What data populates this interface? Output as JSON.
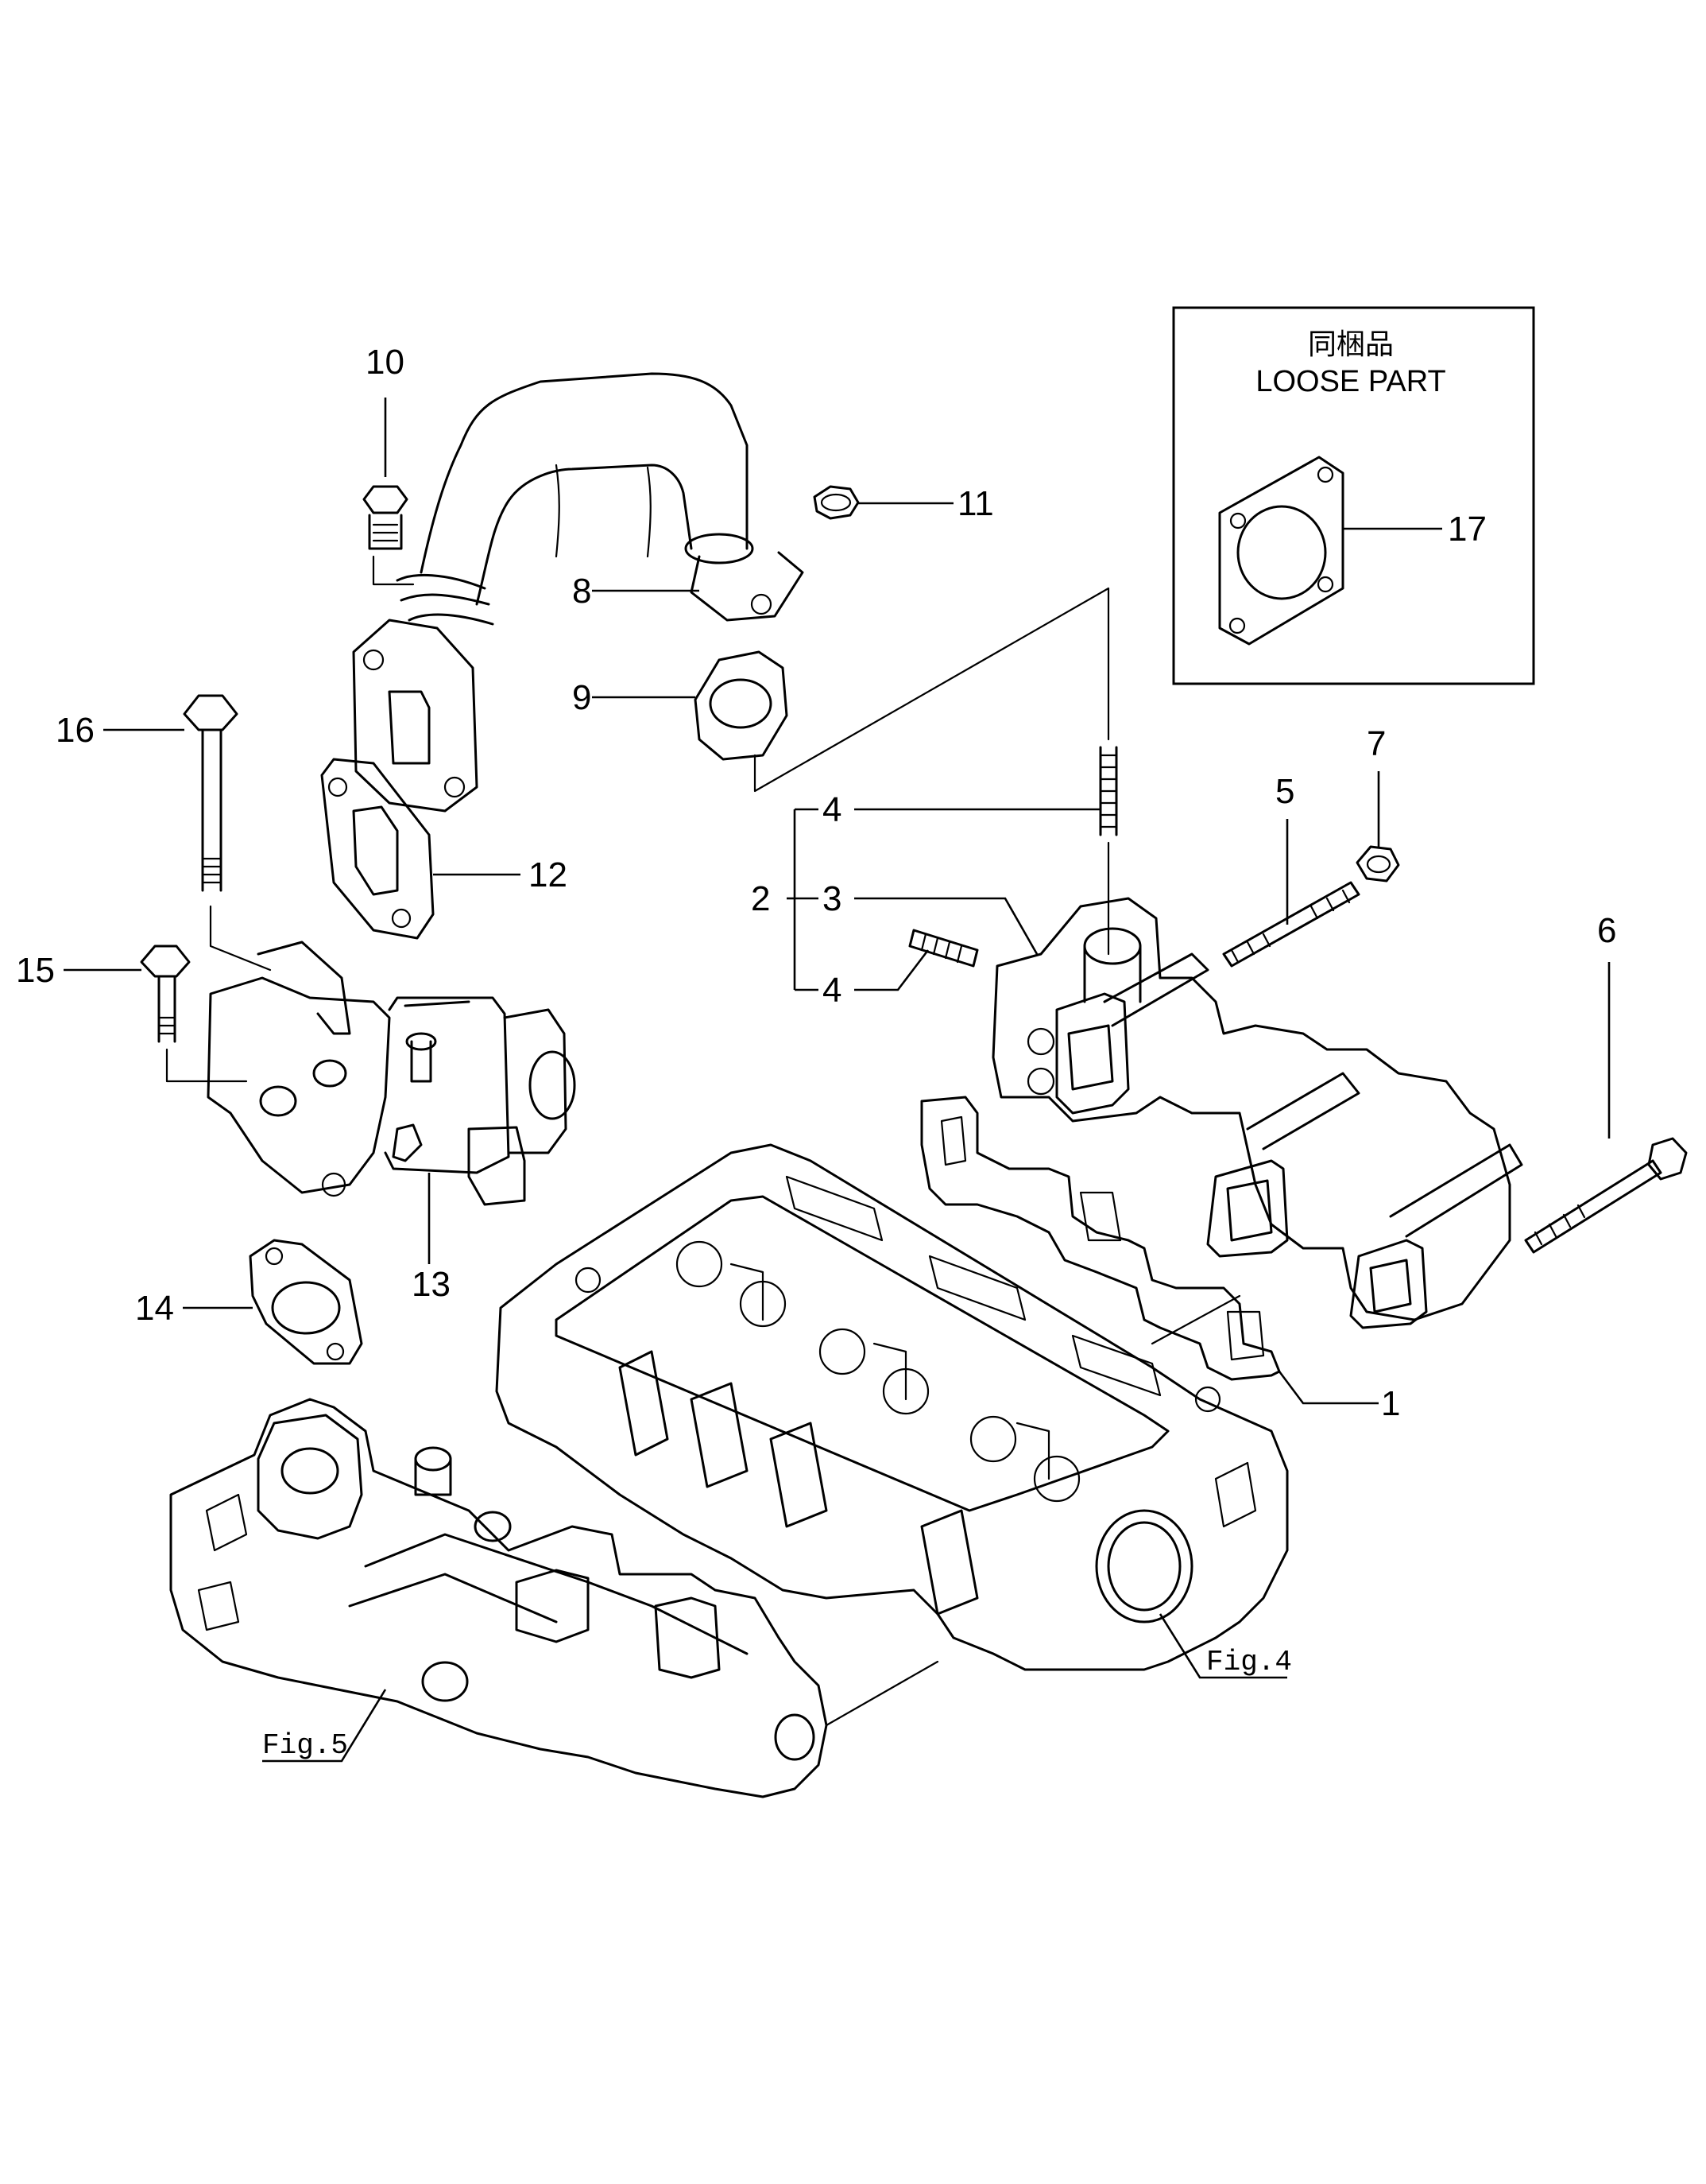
{
  "callouts": {
    "c1": "1",
    "c2": "2",
    "c3": "3",
    "c4a": "4",
    "c4b": "4",
    "c5": "5",
    "c6": "6",
    "c7": "7",
    "c8": "8",
    "c9": "9",
    "c10": "10",
    "c11": "11",
    "c12": "12",
    "c13": "13",
    "c14": "14",
    "c15": "15",
    "c16": "16",
    "c17": "17"
  },
  "fig_refs": {
    "fig4": "Fig.4",
    "fig5": "Fig.5"
  },
  "loose_part": {
    "title_cjk": "同梱品",
    "title_en": "LOOSE PART"
  }
}
